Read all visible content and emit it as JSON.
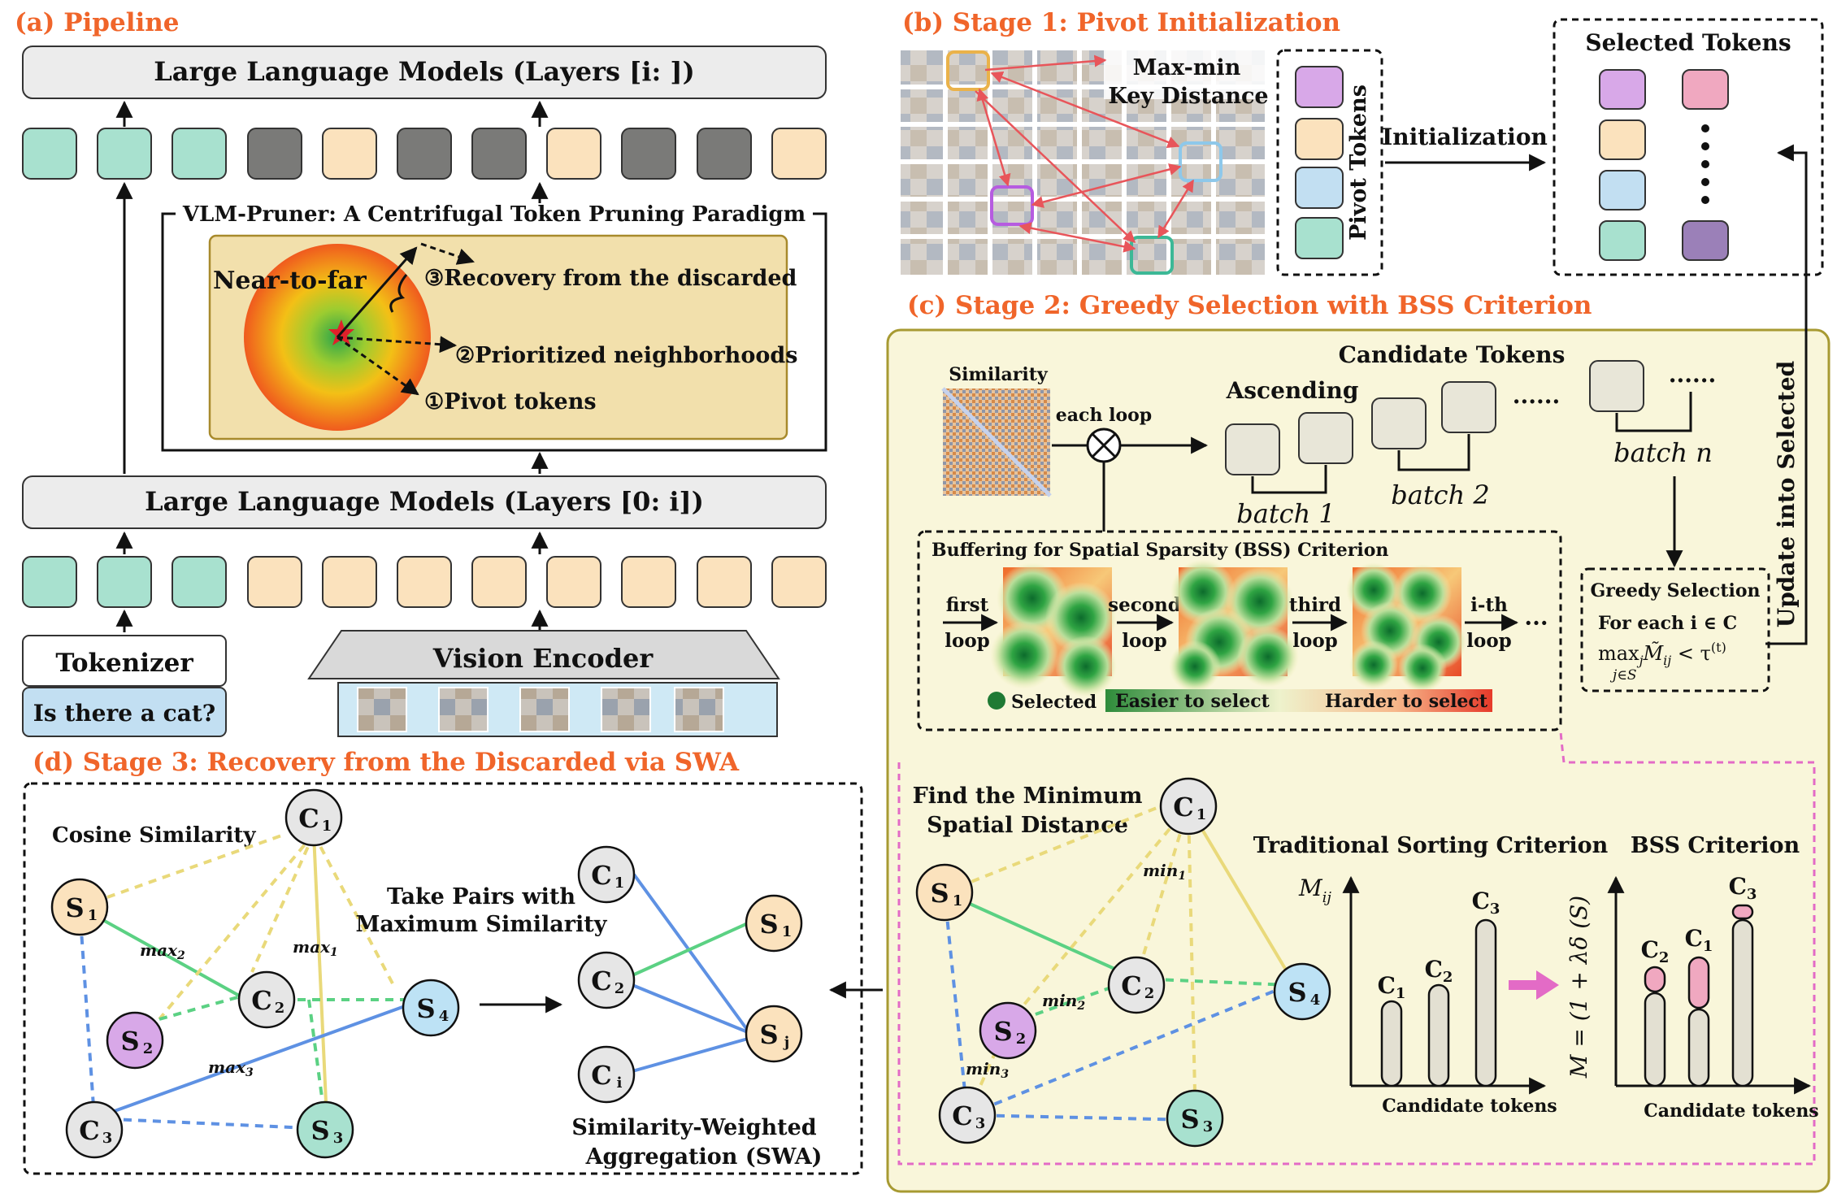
{
  "sections": {
    "a": "(a) Pipeline",
    "b": "(b) Stage 1: Pivot Initialization",
    "c": "(c) Stage 2: Greedy Selection with BSS Criterion",
    "d": "(d) Stage 3: Recovery from the Discarded via SWA"
  },
  "pipeline": {
    "llm_top": "Large Language Models (Layers [i: ])",
    "llm_bottom": "Large Language Models (Layers [0: i])",
    "pruner_title": "VLM-Pruner: A Centrifugal Token Pruning Paradigm",
    "near_to_far": "Near-to-far",
    "step3": "③Recovery from the discarded",
    "step2": "②Prioritized neighborhoods",
    "step1": "①Pivot tokens",
    "tokenizer": "Tokenizer",
    "question": "Is there a cat?",
    "vision_encoder": "Vision Encoder"
  },
  "stage1": {
    "maxmin_1": "Max-min",
    "maxmin_2": "Key Distance",
    "pivot_tokens": "Pivot Tokens",
    "initialization": "Initialization",
    "selected_tokens": "Selected Tokens"
  },
  "stage2": {
    "similarity": "Similarity",
    "each_loop": "each loop",
    "candidate_tokens": "Candidate Tokens",
    "ascending": "Ascending",
    "batch1": "batch 1",
    "batch2": "batch 2",
    "batchn": "batch n",
    "dots": "......",
    "update": "Update into Selected",
    "bss_title": "Buffering for Spatial Sparsity (BSS) Criterion",
    "loops": [
      {
        "a": "first",
        "b": "loop"
      },
      {
        "a": "second",
        "b": "loop"
      },
      {
        "a": "third",
        "b": "loop"
      },
      {
        "a": "i-th",
        "b": "loop"
      }
    ],
    "legend_selected": "Selected",
    "legend_easier": "Easier to select",
    "legend_harder": "Harder to select",
    "greedy_title": "Greedy Selection",
    "greedy_line1": "For each  i ∈ C",
    "greedy_line2": "max",
    "greedy_line2_sub": "j",
    "greedy_line2_rest": "M̃",
    "greedy_line2_ij": "ij",
    "greedy_line2_lt": " < τ",
    "greedy_line2_sup": "(t)",
    "greedy_line3": "j∈S"
  },
  "stage2b": {
    "find_1": "Find the Minimum",
    "find_2": "Spatial Distance",
    "traditional": "Traditional Sorting Criterion",
    "bss": "BSS Criterion",
    "mij": "M",
    "mij_sub": "ij",
    "formula": "M  = (1 + λδ (S)",
    "candidate_tokens": "Candidate tokens",
    "min1": "min",
    "min1_sub": "1",
    "min2": "min",
    "min2_sub": "2",
    "min3": "min",
    "min3_sub": "3"
  },
  "stage3": {
    "cosine": "Cosine Similarity",
    "take_1": "Take Pairs with",
    "take_2": "Maximum Similarity",
    "swa_1": "Similarity-Weighted",
    "swa_2": "Aggregation (SWA)",
    "max1": "max",
    "max1_sub": "1",
    "max2": "max",
    "max2_sub": "2",
    "max3": "max",
    "max3_sub": "3"
  },
  "nodes": {
    "c": "C",
    "s": "S",
    "sub1": "1",
    "sub2": "2",
    "sub3": "3",
    "sub4": "4",
    "subi": "i",
    "subj": "j"
  },
  "colors": {
    "accent": "#f0652a",
    "teal": "#a8e1cf",
    "peach": "#fbe2bd",
    "gray": "#7a7a78",
    "purple": "#d8a8e8",
    "blue": "#bde2f5",
    "pink": "#f0a8c0",
    "darkpurple": "#9b80b8",
    "panel": "#f9f6da",
    "magenta": "#e36bc6"
  }
}
